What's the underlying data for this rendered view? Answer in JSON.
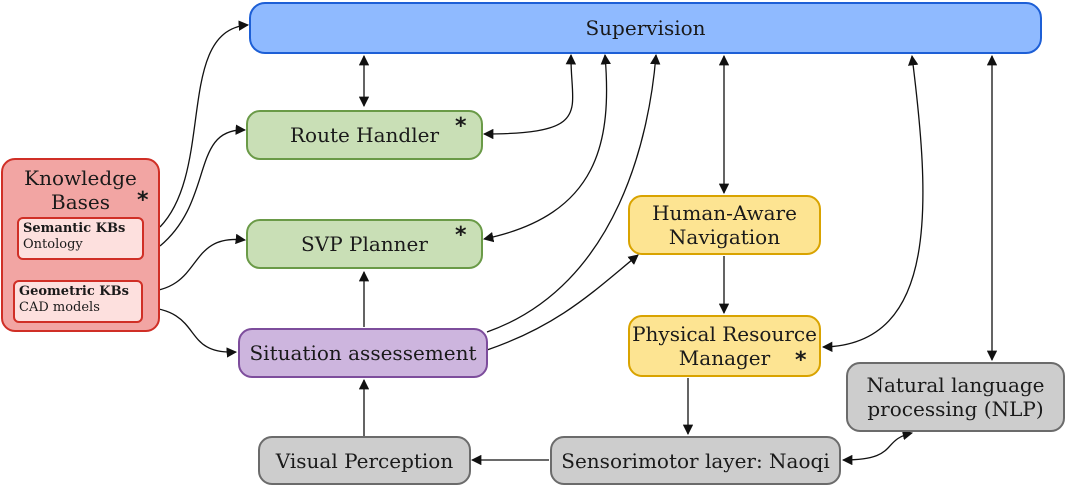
{
  "nodes": {
    "supervision": "Supervision",
    "route_handler": "Route Handler",
    "svp_planner": "SVP Planner",
    "situation_assessement": "Situation assessement",
    "visual_perception": "Visual Perception",
    "human_aware_navigation": [
      "Human-Aware",
      "Navigation"
    ],
    "physical_resource_manager": [
      "Physical Resource",
      "Manager"
    ],
    "sensorimotor_layer": "Sensorimotor layer: Naoqi",
    "nlp": [
      "Natural language",
      "processing (NLP)"
    ],
    "knowledge_bases": [
      "Knowledge",
      "Bases"
    ]
  },
  "kb_items": [
    {
      "title": "Semantic KBs",
      "subtitle": "Ontology"
    },
    {
      "title": "Geometric KBs",
      "subtitle": "CAD models"
    }
  ],
  "marker": "*",
  "colors": {
    "supervision": "#8fbaff",
    "planning": "#c9dfb6",
    "assessment": "#cdb5de",
    "navigation": "#fde492",
    "hardware": "#cdcdcd",
    "knowledge": "#f2a5a3"
  }
}
